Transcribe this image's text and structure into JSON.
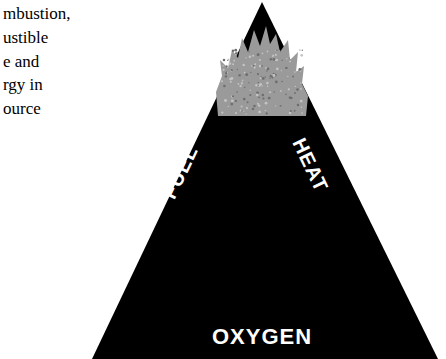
{
  "diagram": {
    "nodes": [
      {
        "text": [
          "FUEL",
          "HEAT",
          "OXYGEN"
        ]
      }
    ],
    "labels": [
      "mbustion,",
      "ustible",
      "e and",
      "rgy in",
      "ource"
    ]
  }
}
